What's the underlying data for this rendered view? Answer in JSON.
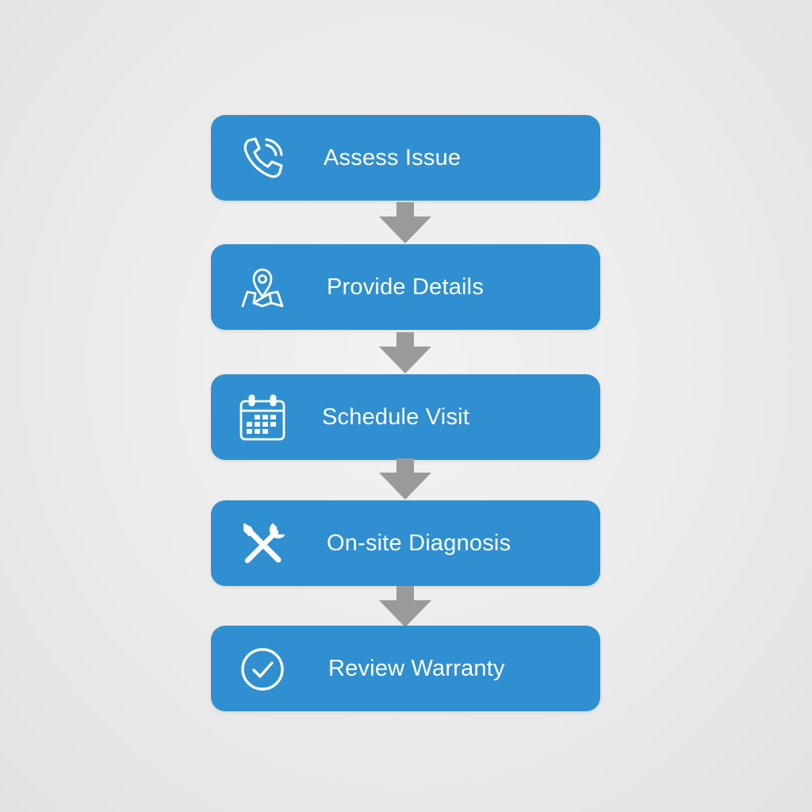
{
  "colors": {
    "background": "#ebebeb",
    "step_fill": "#2f8fd0",
    "step_text": "#ffffff",
    "arrow": "#9a9a9a"
  },
  "steps": [
    {
      "label": "Assess Issue",
      "icon": "phone-icon"
    },
    {
      "label": "Provide Details",
      "icon": "map-pin-icon"
    },
    {
      "label": "Schedule Visit",
      "icon": "calendar-icon"
    },
    {
      "label": "On-site Diagnosis",
      "icon": "wrench-screwdriver-icon"
    },
    {
      "label": "Review Warranty",
      "icon": "checkmark-circle-icon"
    }
  ]
}
